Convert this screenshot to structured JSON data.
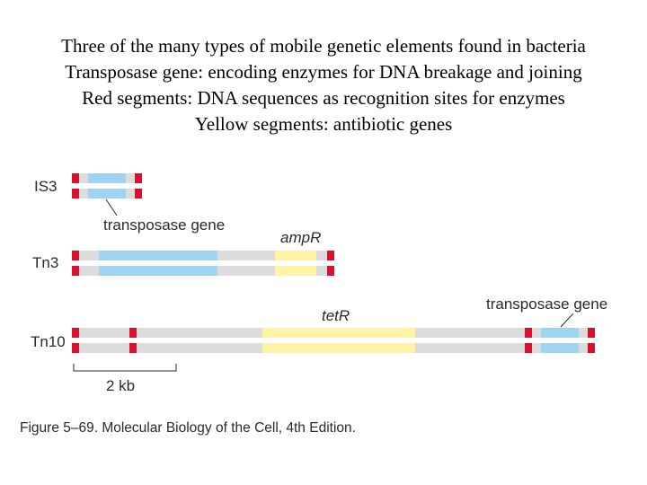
{
  "header": {
    "lines": [
      "Three of the many types of mobile genetic elements found in bacteria",
      "Transposase gene: encoding enzymes for DNA breakage and joining",
      "Red segments: DNA sequences as recognition sites for enzymes",
      "Yellow segments: antibiotic genes"
    ]
  },
  "diagram": {
    "elements": [
      {
        "name": "IS3"
      },
      {
        "name": "Tn3"
      },
      {
        "name": "Tn10"
      }
    ],
    "annotations": {
      "is3_transposase": "transposase gene",
      "tn3_gene": "ampR",
      "tn10_gene": "tetR",
      "tn10_transposase": "transposase gene"
    },
    "scale_bar": {
      "label": "2 kb",
      "kb": 2
    },
    "caption": "Figure 5–69. Molecular Biology of the Cell, 4th Edition."
  },
  "colors": {
    "dna": "#dcdcdc",
    "dna_outline": "#9a9a9a",
    "recognition_site": "#d9112b",
    "transposase": "#9fd3f3",
    "antibiotic_gene": "#fff3a6",
    "text": "#2a2a2a"
  }
}
